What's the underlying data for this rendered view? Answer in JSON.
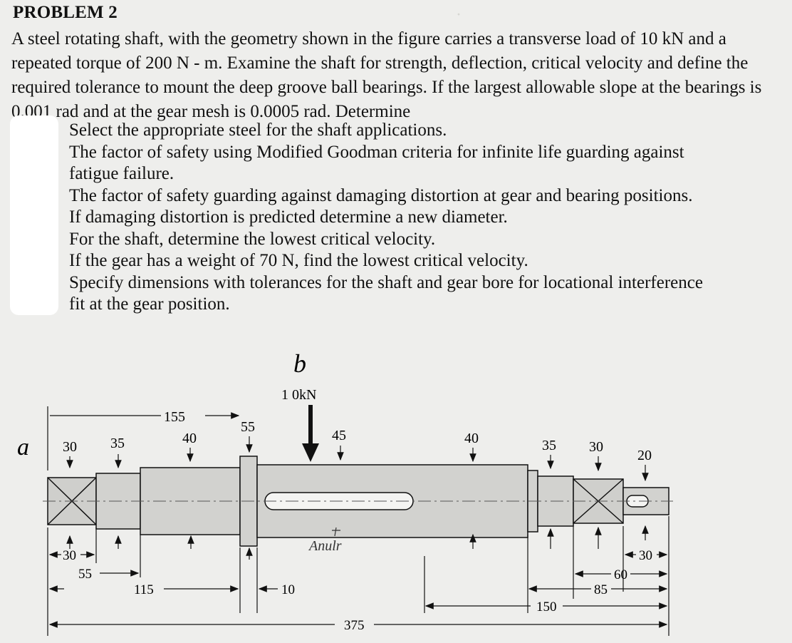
{
  "problem": {
    "title": "PROBLEM 2",
    "statement": "A steel rotating shaft, with the geometry shown in the figure carries a transverse load of 10 kN and a repeated torque of 200 N - m. Examine the shaft for strength, deflection, critical velocity and define the required tolerance to mount the deep groove ball bearings. If the largest allowable slope at the bearings is 0.001 rad and at the gear mesh is 0.0005 rad. Determine",
    "items": [
      "Select the appropriate steel for the shaft applications.",
      "The factor of safety using Modified Goodman criteria for infinite life guarding against",
      "fatigue failure.",
      "The factor of safety guarding against damaging distortion at gear and bearing positions.",
      "If damaging distortion is predicted determine a new diameter.",
      "For the shaft, determine the lowest critical velocity.",
      "If the gear has a weight of 70 N, find the lowest critical velocity.",
      "Specify dimensions with tolerances for the shaft and gear bore for locational interference",
      "fit at the gear position."
    ]
  },
  "figure": {
    "load_label": "1 0kN",
    "handwritten_b": "b",
    "handwritten_a": "a",
    "handwritten_note": "Anulr",
    "diameters": {
      "d30_left": "30",
      "d35_left": "35",
      "d40_left": "40",
      "d55": "55",
      "d45": "45",
      "d40_right": "40",
      "d35_right": "35",
      "d30_right": "30",
      "d20": "20"
    },
    "lengths": {
      "l155": "155",
      "l30_left": "30",
      "l55": "55",
      "l115": "115",
      "l10": "10",
      "l375": "375",
      "l150": "150",
      "l85": "85",
      "l60": "60",
      "l30_right": "30"
    }
  }
}
